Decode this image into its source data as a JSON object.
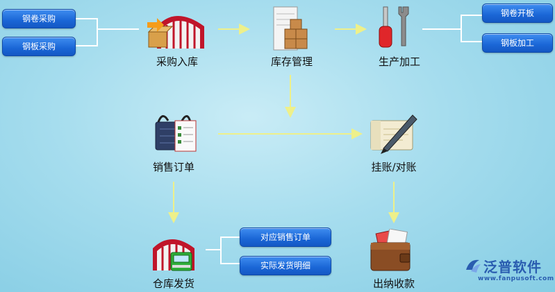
{
  "nodes": {
    "purchase_in": "采购入库",
    "inventory": "库存管理",
    "production": "生产加工",
    "sales_order": "销售订单",
    "posting": "挂账/对账",
    "warehouse_ship": "仓库发货",
    "payment": "出纳收款"
  },
  "pills": {
    "coil_purchase": "钢卷采购",
    "plate_purchase": "钢板采购",
    "coil_slitting": "钢卷开板",
    "plate_processing": "钢板加工",
    "sales_order_ref": "对应销售订单",
    "shipment_detail": "实际发货明细"
  },
  "brand": {
    "name": "泛普软件",
    "url": "www.fanpusoft.com"
  },
  "colors": {
    "arrow": "#eef08a",
    "pill": "#1a66d6",
    "connector": "#ffffff"
  }
}
